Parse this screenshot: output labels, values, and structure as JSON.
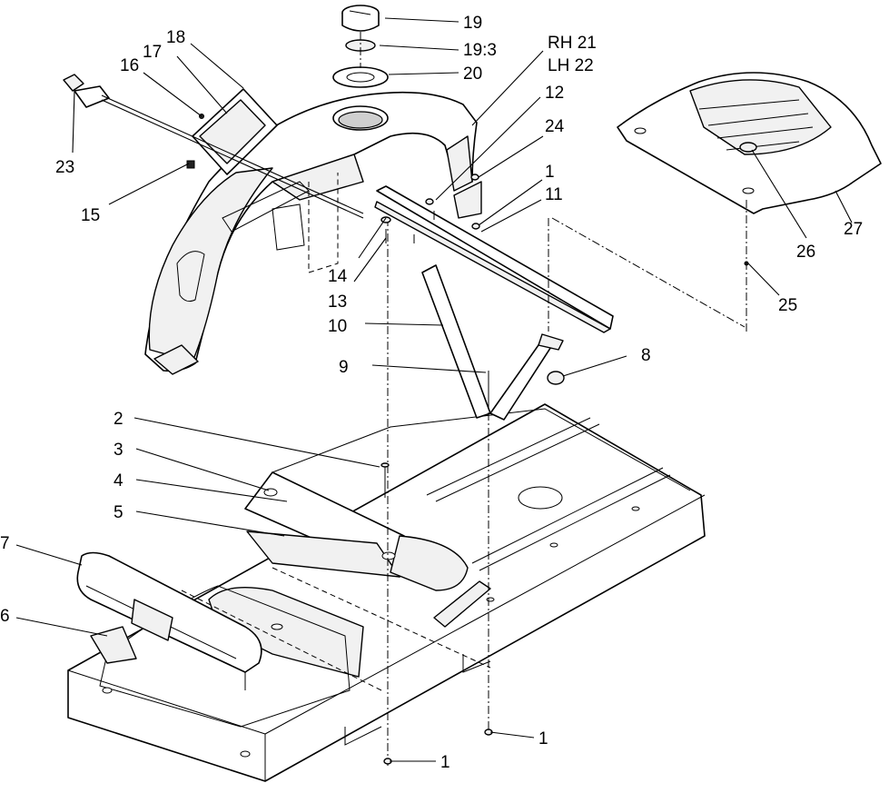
{
  "callouts": [
    {
      "id": "c19",
      "text": "19"
    },
    {
      "id": "c19-3",
      "text": "19:3"
    },
    {
      "id": "c20",
      "text": "20"
    },
    {
      "id": "c-rh21",
      "text": "RH 21"
    },
    {
      "id": "c-lh22",
      "text": "LH 22"
    },
    {
      "id": "c12",
      "text": "12"
    },
    {
      "id": "c24",
      "text": "24"
    },
    {
      "id": "c1-top",
      "text": "1"
    },
    {
      "id": "c11",
      "text": "11"
    },
    {
      "id": "c18",
      "text": "18"
    },
    {
      "id": "c17",
      "text": "17"
    },
    {
      "id": "c16",
      "text": "16"
    },
    {
      "id": "c23",
      "text": "23"
    },
    {
      "id": "c15",
      "text": "15"
    },
    {
      "id": "c14",
      "text": "14"
    },
    {
      "id": "c13",
      "text": "13"
    },
    {
      "id": "c10",
      "text": "10"
    },
    {
      "id": "c9",
      "text": "9"
    },
    {
      "id": "c8",
      "text": "8"
    },
    {
      "id": "c26",
      "text": "26"
    },
    {
      "id": "c27",
      "text": "27"
    },
    {
      "id": "c25",
      "text": "25"
    },
    {
      "id": "c2",
      "text": "2"
    },
    {
      "id": "c3",
      "text": "3"
    },
    {
      "id": "c4",
      "text": "4"
    },
    {
      "id": "c5",
      "text": "5"
    },
    {
      "id": "c7",
      "text": "7"
    },
    {
      "id": "c6",
      "text": "6"
    },
    {
      "id": "c1-bot-right",
      "text": "1"
    },
    {
      "id": "c1-bot-left",
      "text": "1"
    }
  ]
}
